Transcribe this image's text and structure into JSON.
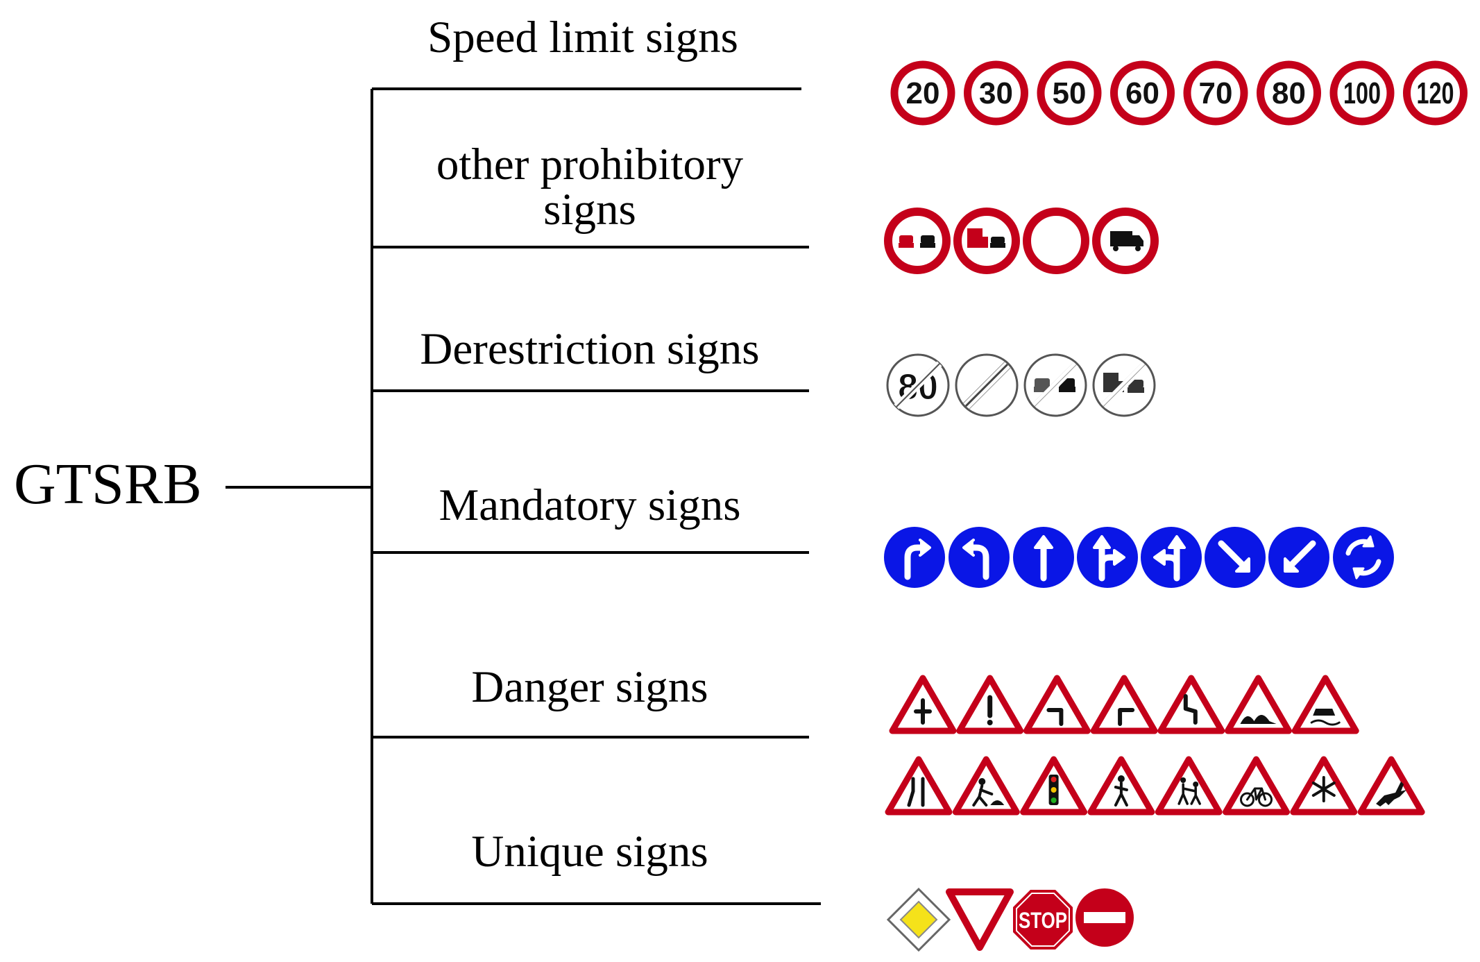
{
  "root": "GTSRB",
  "categories": [
    {
      "id": "speed-limit",
      "label": "Speed limit signs",
      "values": [
        "20",
        "30",
        "50",
        "60",
        "70",
        "80",
        "100",
        "120"
      ]
    },
    {
      "id": "other-prohibitory",
      "label_line1": "other prohibitory",
      "label_line2": "signs",
      "icons": [
        "no-overtaking-icon",
        "no-overtaking-trucks-icon",
        "no-vehicles-icon",
        "no-trucks-icon"
      ]
    },
    {
      "id": "derestriction",
      "label": "Derestriction signs",
      "first_value": "80",
      "icons": [
        "end-speed-limit-80-icon",
        "end-all-restrictions-icon",
        "end-no-overtaking-icon",
        "end-no-overtaking-trucks-icon"
      ]
    },
    {
      "id": "mandatory",
      "label": "Mandatory signs",
      "icons": [
        "turn-right-ahead-icon",
        "turn-left-ahead-icon",
        "ahead-only-icon",
        "straight-or-right-icon",
        "straight-or-left-icon",
        "keep-right-icon",
        "keep-left-icon",
        "roundabout-icon"
      ]
    },
    {
      "id": "danger",
      "label": "Danger signs",
      "icons": [
        "right-of-way-junction-icon",
        "general-caution-icon",
        "curve-left-icon",
        "curve-right-icon",
        "double-curve-icon",
        "bumpy-road-icon",
        "slippery-road-icon",
        "road-narrows-icon",
        "road-work-icon",
        "traffic-signals-icon",
        "pedestrians-icon",
        "children-crossing-icon",
        "bicycles-crossing-icon",
        "ice-snow-icon",
        "wild-animals-icon"
      ]
    },
    {
      "id": "unique",
      "label": "Unique signs",
      "stop_text": "STOP",
      "icons": [
        "priority-road-icon",
        "yield-icon",
        "stop-icon",
        "no-entry-icon"
      ]
    }
  ],
  "colors": {
    "red": "#c4001a",
    "blue": "#0a16e6",
    "yellow": "#f5e21a",
    "line": "#000000"
  }
}
